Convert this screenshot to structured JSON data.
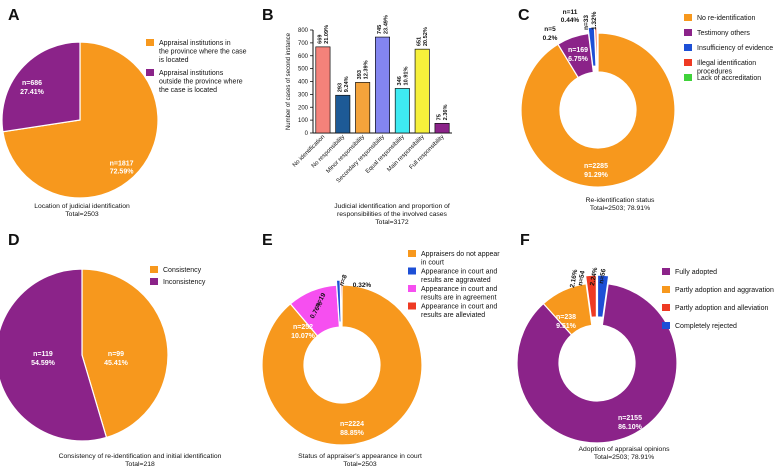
{
  "panels": {
    "A": {
      "label": "A",
      "caption": [
        "Location of judicial identification",
        "Total=2503"
      ]
    },
    "B": {
      "label": "B",
      "caption": [
        "Judicial identification and proportion of",
        "responsibilities of the involved cases",
        "Total=3172"
      ]
    },
    "C": {
      "label": "C",
      "caption": [
        "Re-identification status",
        "Total=2503; 78.91%"
      ]
    },
    "D": {
      "label": "D",
      "caption": [
        "Consistency of re-identification and initial identification",
        "Total=218"
      ]
    },
    "E": {
      "label": "E",
      "caption": [
        "Status of appraiser's appearance in court",
        "Total=2503"
      ]
    },
    "F": {
      "label": "F",
      "caption": [
        "Adoption of appraisal opinions",
        "Total=2503; 78.91%"
      ]
    }
  },
  "chart_data": [
    {
      "panel": "A",
      "type": "pie",
      "series": [
        {
          "name": "Appraisal institutions in the province where the case is located",
          "value": 1817,
          "percent": "72.59%",
          "n_label": "n=1817",
          "color": "#F7981D"
        },
        {
          "name": "Appraisal institutions outside the province where the case is located",
          "value": 686,
          "percent": "27.41%",
          "n_label": "n=686",
          "color": "#8B2389"
        }
      ],
      "legend": [
        "Appraisal institutions in the province where the case is located",
        "Appraisal institutions outside the province where the case is located"
      ],
      "legend_position": "right",
      "title": [
        "Location of judicial identification",
        "Total=2503"
      ]
    },
    {
      "panel": "B",
      "type": "bar",
      "categories": [
        "No identification",
        "No responsibility",
        "Minor responsibility",
        "Secondary responsibility",
        "Equal responsibility",
        "Main responsibility",
        "Full responsibility"
      ],
      "values": [
        669,
        293,
        393,
        745,
        346,
        651,
        75
      ],
      "percents": [
        "21.09%",
        "9.24%",
        "12.39%",
        "23.49%",
        "10.91%",
        "20.52%",
        "2.36%"
      ],
      "colors": [
        "#F4827A",
        "#1D5A96",
        "#F4A33B",
        "#8385F0",
        "#3EEAF2",
        "#F6F03B",
        "#8B2389"
      ],
      "ylabel": "Number of cases of second instance",
      "ylim": [
        0,
        800
      ],
      "yticks": [
        "0",
        "100",
        "200",
        "300",
        "400",
        "500",
        "600",
        "700",
        "800"
      ],
      "title": [
        "Judicial identification and proportion of",
        "responsibilities of the involved cases",
        "Total=3172"
      ]
    },
    {
      "panel": "C",
      "type": "pie",
      "donut": true,
      "series": [
        {
          "name": "No re-identification",
          "value": 2285,
          "percent": "91.29%",
          "n_label": "n=2285",
          "color": "#F7981D"
        },
        {
          "name": "Testimony others",
          "value": 169,
          "percent": "6.75%",
          "n_label": "n=169",
          "color": "#8B2389"
        },
        {
          "name": "Insufficiency of evidence",
          "value": 33,
          "percent": "1.32%",
          "n_label": "n=33",
          "color": "#1D4FD6"
        },
        {
          "name": "Illegal identification procedures",
          "value": 11,
          "percent": "0.44%",
          "n_label": "n=11",
          "color": "#EE3A23"
        },
        {
          "name": "Lack of accreditation",
          "value": 5,
          "percent": "0.2%",
          "n_label": "n=5",
          "color": "#3FD23A"
        }
      ],
      "legend": [
        "No re-identification",
        "Testimony others",
        "Insufficiency of evidence",
        "Illegal identification procedures",
        "Lack of accreditation"
      ],
      "legend_position": "right",
      "title": [
        "Re-identification status",
        "Total=2503; 78.91%"
      ]
    },
    {
      "panel": "D",
      "type": "pie",
      "series": [
        {
          "name": "Consistency",
          "value": 99,
          "percent": "45.41%",
          "n_label": "n=99",
          "color": "#F7981D"
        },
        {
          "name": "Inconsistency",
          "value": 119,
          "percent": "54.59%",
          "n_label": "n=119",
          "color": "#8B2389"
        }
      ],
      "legend": [
        "Consistency",
        "Inconsistency"
      ],
      "legend_position": "right",
      "title": [
        "Consistency of re-identification and initial identification",
        "Total=218"
      ]
    },
    {
      "panel": "E",
      "type": "pie",
      "donut": true,
      "series": [
        {
          "name": "Appraisers do not appear in court",
          "value": 2224,
          "percent": "88.85%",
          "n_label": "n=2224",
          "color": "#F7981D"
        },
        {
          "name": "Appearance in court and results are in agreement",
          "value": 252,
          "percent": "10.07%",
          "n_label": "n=252",
          "color": "#F64FF0"
        },
        {
          "name": "Appearance in court and results are aggravated",
          "value": 19,
          "percent": "0.76%",
          "n_label": "n=19",
          "color": "#1D4FD6"
        },
        {
          "name": "Appearance in court and results are alleviated",
          "value": 8,
          "percent": "0.32%",
          "n_label": "n=8",
          "color": "#EE3A23"
        }
      ],
      "legend": [
        "Appraisers do not appear in court",
        "Appearance in court and results are aggravated",
        "Appearance in court and results are in agreement",
        "Appearance in court and results are alleviated"
      ],
      "legend_position": "right",
      "title": [
        "Status of appraiser's appearance in court",
        "Total=2503"
      ]
    },
    {
      "panel": "F",
      "type": "pie",
      "donut": true,
      "series": [
        {
          "name": "Fully adopted",
          "value": 2155,
          "percent": "86.10%",
          "n_label": "n=2155",
          "color": "#8B2389"
        },
        {
          "name": "Partly adoption and aggravation",
          "value": 238,
          "percent": "9.51%",
          "n_label": "n=238",
          "color": "#F7981D"
        },
        {
          "name": "Partly adoption and alleviation",
          "value": 54,
          "percent": "2.16%",
          "n_label": "n=54",
          "color": "#EE3A23"
        },
        {
          "name": "Completely rejected",
          "value": 56,
          "percent": "2.24%",
          "n_label": "n=56",
          "color": "#1D4FD6"
        }
      ],
      "legend": [
        "Fully adopted",
        "Partly adoption and aggravation",
        "Partly adoption and alleviation",
        "Completely rejected"
      ],
      "legend_position": "right",
      "title": [
        "Adoption of appraisal opinions",
        "Total=2503; 78.91%"
      ]
    }
  ]
}
